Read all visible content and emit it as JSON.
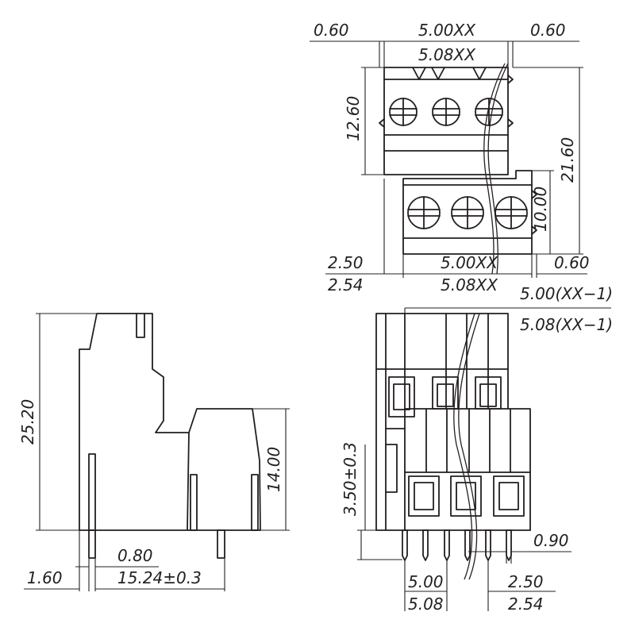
{
  "top_view": {
    "dim_left_margin": "0.60",
    "dim_pitch_a": "5.00XX",
    "dim_pitch_b": "5.08XX",
    "dim_right_margin": "0.60",
    "dim_upper_height": "12.60",
    "dim_total_height": "21.60",
    "dim_lower_height": "10.00",
    "dim_lower_offset_a": "2.50",
    "dim_lower_offset_b": "2.54",
    "dim_lower_pitch_a": "5.00XX",
    "dim_lower_pitch_b": "5.08XX",
    "dim_lower_right": "0.60"
  },
  "side_view": {
    "dim_height": "25.20",
    "dim_lower_height": "14.00",
    "dim_pin_width": "0.80",
    "dim_pin_offset": "1.60",
    "dim_pin_spacing": "15.24±0.3"
  },
  "front_view": {
    "dim_span_a": "5.00(XX−1)",
    "dim_span_b": "5.08(XX−1)",
    "dim_pin_length": "3.50±0.3",
    "dim_pin_thickness": "0.90",
    "dim_pitch_a": "5.00",
    "dim_pitch_b": "5.08",
    "dim_half_pitch_a": "2.50",
    "dim_half_pitch_b": "2.54"
  }
}
